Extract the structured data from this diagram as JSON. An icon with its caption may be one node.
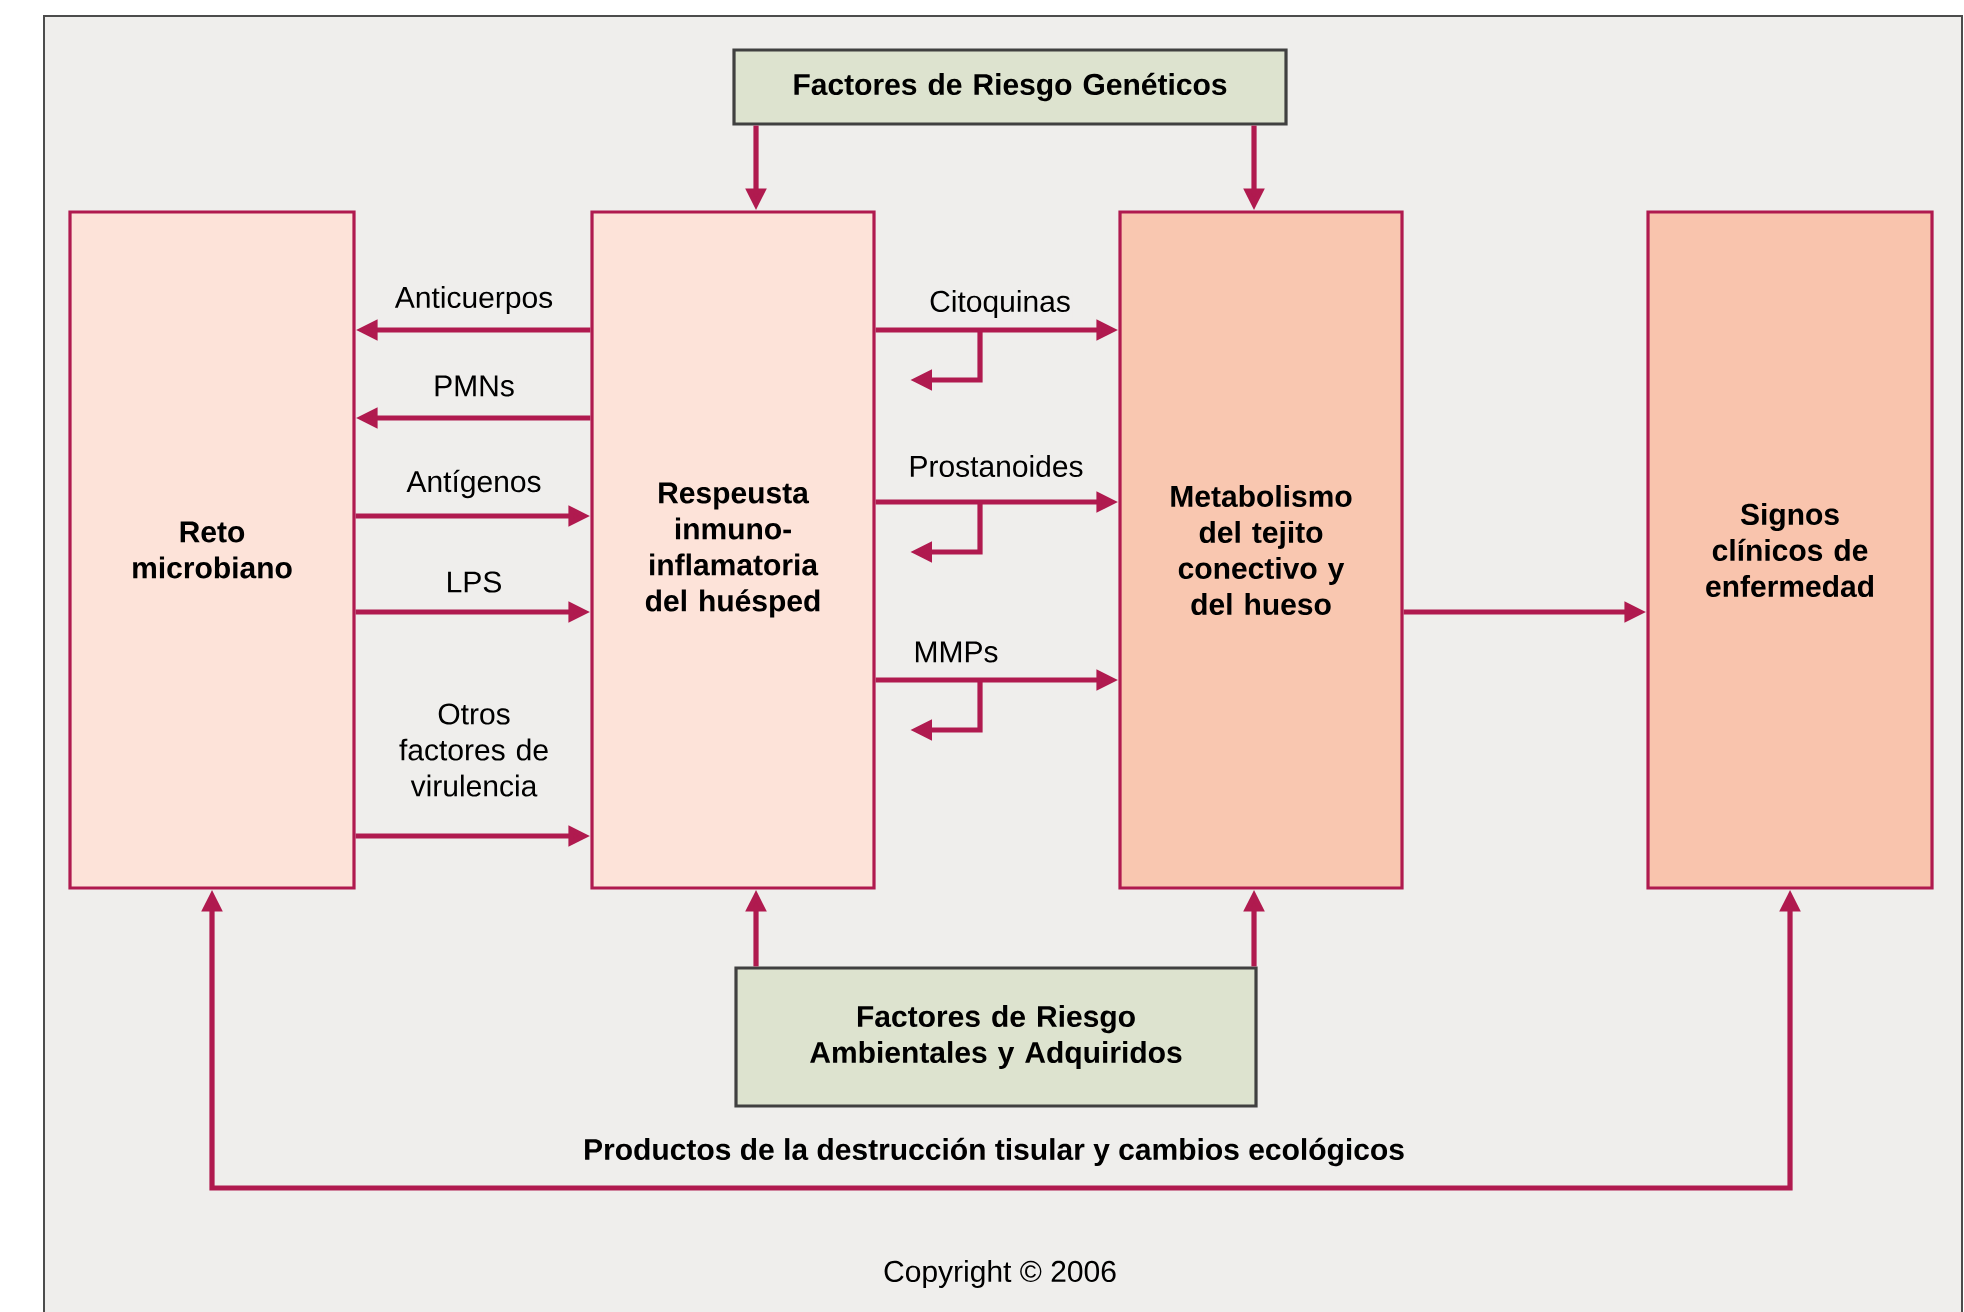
{
  "diagram": {
    "nodes": [
      {
        "text": [
          "Factores de Riesgo Genéticos"
        ]
      },
      {
        "text": [
          "Reto microbiano"
        ]
      },
      {
        "text": [
          "Respeusta inmuno-inflamatoria del huésped"
        ]
      },
      {
        "text": [
          "Metabolismo del tejito conectivo y del hueso"
        ]
      },
      {
        "text": [
          "Signos clínicos de enfermedad"
        ]
      },
      {
        "text": [
          "Factores de Riesgo Ambientales y Adquiridos"
        ]
      }
    ],
    "edges": [
      {
        "from": 0,
        "to": 2,
        "arrow": "to"
      },
      {
        "from": 0,
        "to": 3,
        "arrow": "to"
      },
      {
        "from": 2,
        "to": 1,
        "label": "Anticuerpos",
        "arrow": "to"
      },
      {
        "from": 2,
        "to": 1,
        "label": "PMNs",
        "arrow": "to"
      },
      {
        "from": 1,
        "to": 2,
        "label": "Antígenos",
        "arrow": "to"
      },
      {
        "from": 1,
        "to": 2,
        "label": "LPS",
        "arrow": "to"
      },
      {
        "from": 1,
        "to": 2,
        "label": "Otros factores de virulencia",
        "arrow": "to"
      },
      {
        "from": 2,
        "to": 3,
        "label": "Citoquinas",
        "arrow": "to"
      },
      {
        "from": 2,
        "to": 3,
        "label": "Prostanoides",
        "arrow": "to"
      },
      {
        "from": 2,
        "to": 3,
        "label": "MMPs",
        "arrow": "to"
      },
      {
        "from": 3,
        "to": 4,
        "arrow": "to"
      },
      {
        "from": 5,
        "to": 2,
        "arrow": "to"
      },
      {
        "from": 5,
        "to": 3,
        "arrow": "to"
      },
      {
        "from": 1,
        "to": 4,
        "label": "Productos de la destrucción tisular y cambios ecológicos",
        "arrow": "both"
      }
    ],
    "labels": [
      "Copyright © 2006"
    ]
  }
}
